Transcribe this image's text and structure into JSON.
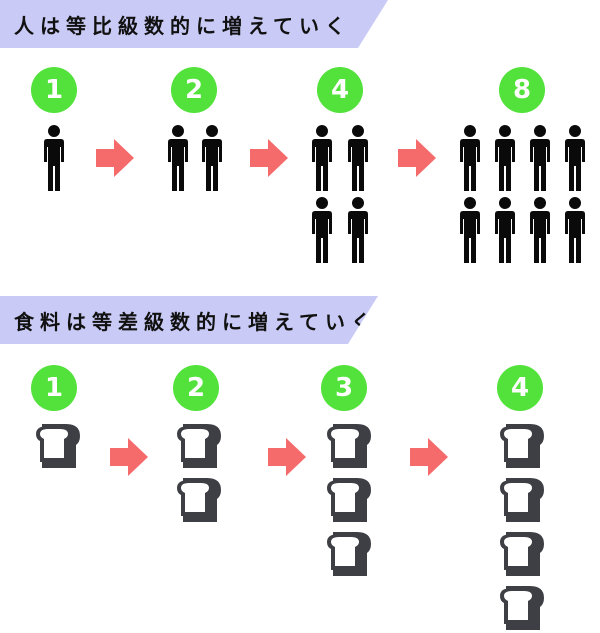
{
  "colors": {
    "banner": "#c9cbf6",
    "badge": "#52e23b",
    "person": "#0a0a0a",
    "bread": "#3d3f44",
    "arrow": "#f56b6b"
  },
  "section_people": {
    "title": "人は等比級数的に増えていく",
    "stages": [
      {
        "label": "1",
        "count": 1
      },
      {
        "label": "2",
        "count": 2
      },
      {
        "label": "4",
        "count": 4
      },
      {
        "label": "8",
        "count": 8
      }
    ]
  },
  "section_food": {
    "title": "食料は等差級数的に増えていく",
    "stages": [
      {
        "label": "1",
        "count": 1
      },
      {
        "label": "2",
        "count": 2
      },
      {
        "label": "3",
        "count": 3
      },
      {
        "label": "4",
        "count": 4
      }
    ]
  },
  "icons": {
    "person": "person-icon",
    "bread": "bread-icon",
    "arrow": "arrow-right-icon"
  }
}
